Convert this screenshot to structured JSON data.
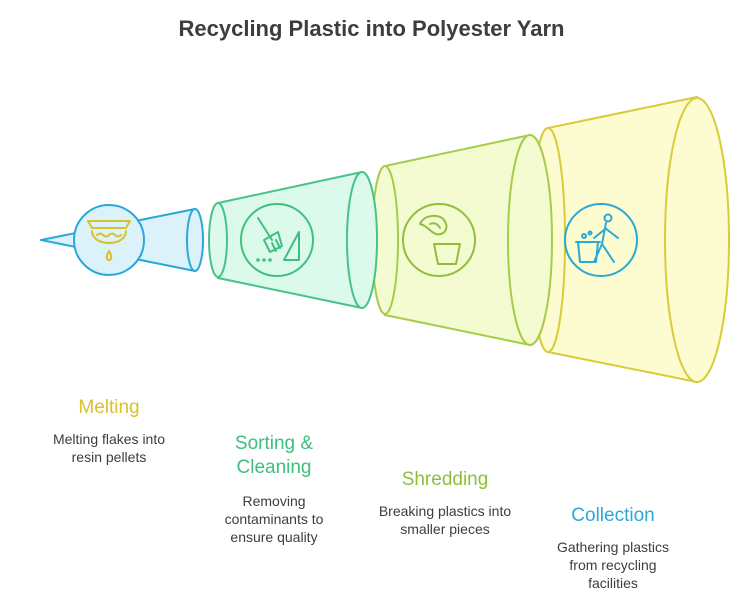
{
  "title": "Recycling Plastic into Polyester Yarn",
  "colors": {
    "melting": "#d8c22a",
    "sorting": "#3fbf7f",
    "shredding": "#8fbf3a",
    "collection": "#2aa8d8"
  },
  "steps": [
    {
      "name": "Melting",
      "description": "Melting flakes into resin pellets",
      "icon": "melting-pot-icon"
    },
    {
      "name": "Sorting & Cleaning",
      "description": "Removing contaminants to ensure quality",
      "icon": "broom-icon"
    },
    {
      "name": "Shredding",
      "description": "Breaking plastics into smaller pieces",
      "icon": "shredding-hand-icon"
    },
    {
      "name": "Collection",
      "description": "Gathering plastics from recycling facilities",
      "icon": "person-with-bin-icon"
    }
  ]
}
